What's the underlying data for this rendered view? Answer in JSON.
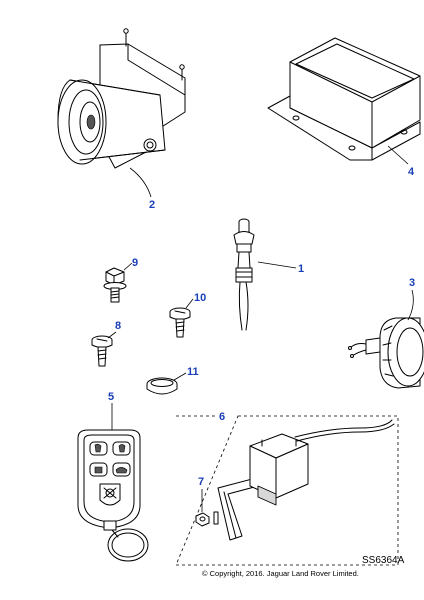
{
  "callouts": {
    "c1": "1",
    "c2": "2",
    "c3": "3",
    "c4": "4",
    "c5": "5",
    "c6": "6",
    "c7": "7",
    "c8": "8",
    "c9": "9",
    "c10": "10",
    "c11": "11"
  },
  "reference_code": "SS6364A",
  "copyright": "© Copyright, 2016. Jaguar Land Rover Limited.",
  "colors": {
    "callout": "#1a3fb8",
    "line": "#000000",
    "fill": "#ffffff"
  }
}
